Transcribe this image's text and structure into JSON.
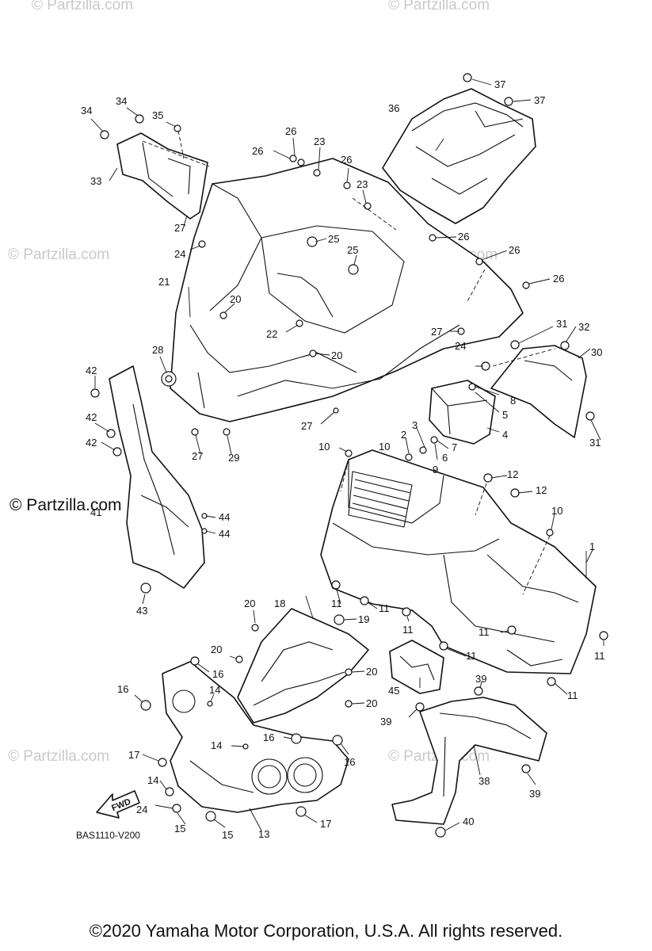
{
  "watermarks": {
    "faint": "© Partzilla.com",
    "strong": "© Partzilla.com"
  },
  "diagram_code": "BAS1110-V200",
  "fwd_label": "FWD",
  "copyright": "©2020 Yamaha Motor Corporation, U.S.A. All rights reserved.",
  "callouts": [
    "1",
    "2",
    "3",
    "4",
    "5",
    "6",
    "7",
    "8",
    "9",
    "10",
    "10",
    "10",
    "11",
    "11",
    "11",
    "11",
    "11",
    "11",
    "11",
    "12",
    "12",
    "13",
    "14",
    "14",
    "14",
    "15",
    "15",
    "16",
    "16",
    "16",
    "16",
    "17",
    "17",
    "18",
    "19",
    "20",
    "20",
    "20",
    "20",
    "20",
    "20",
    "21",
    "22",
    "23",
    "23",
    "24",
    "24",
    "24",
    "25",
    "25",
    "26",
    "26",
    "26",
    "26",
    "26",
    "26",
    "27",
    "27",
    "27",
    "27",
    "28",
    "29",
    "30",
    "31",
    "31",
    "32",
    "33",
    "34",
    "34",
    "35",
    "36",
    "37",
    "37",
    "38",
    "39",
    "39",
    "39",
    "40",
    "41",
    "42",
    "42",
    "42",
    "43",
    "44",
    "44",
    "45"
  ]
}
